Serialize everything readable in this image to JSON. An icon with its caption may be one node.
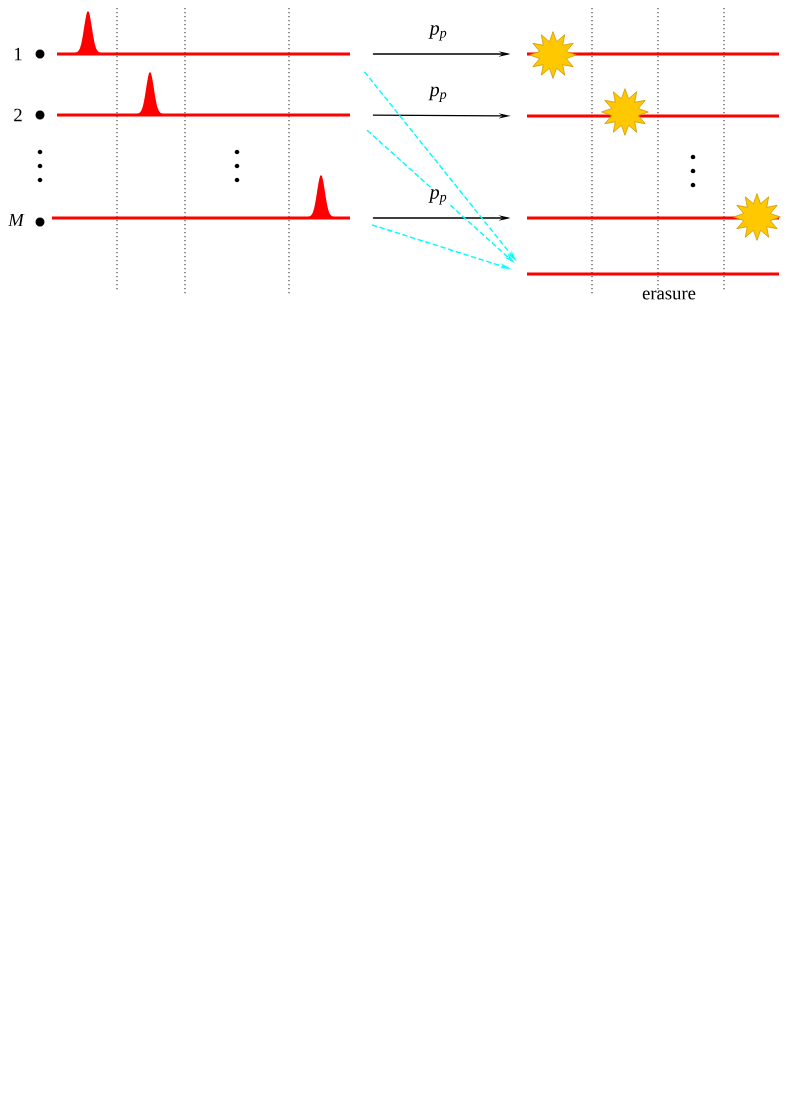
{
  "diagram": {
    "nodes": [
      {
        "text": [],
        "shape": "bar",
        "beside": [
          "1"
        ]
      },
      {
        "text": [],
        "shape": "bar",
        "beside": [
          "2"
        ]
      },
      {
        "text": [],
        "shape": "bar",
        "beside": [
          "M"
        ]
      },
      {
        "text": [],
        "shape": "bar"
      },
      {
        "text": [],
        "shape": "bar"
      },
      {
        "text": [],
        "shape": "bar"
      },
      {
        "text": [],
        "shape": "bar",
        "beside": [
          "erasure"
        ]
      }
    ],
    "edges": [
      {
        "from": 0,
        "to": 3,
        "arrow": "to",
        "label": "p$_{p}$"
      },
      {
        "from": 1,
        "to": 4,
        "arrow": "to",
        "label": "p$_{p}$"
      },
      {
        "from": 2,
        "to": 5,
        "arrow": "to",
        "label": "p$_{p}$"
      },
      {
        "from": 0,
        "to": 6,
        "arrow": "to",
        "style": "dashed",
        "color": "#00ffff"
      },
      {
        "from": 1,
        "to": 6,
        "arrow": "to",
        "style": "dashed",
        "color": "#00ffff"
      },
      {
        "from": 2,
        "to": 6,
        "arrow": "to",
        "style": "dashed",
        "color": "#00ffff"
      }
    ]
  }
}
